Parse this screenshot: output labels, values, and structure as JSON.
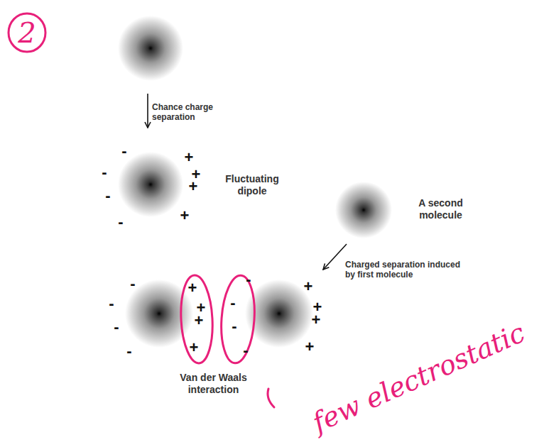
{
  "diagram": {
    "labels": [
      "2",
      "Chance charge separation",
      "-",
      "-",
      "-",
      "-",
      "+",
      "+",
      "+",
      "+",
      "Fluctuating dipole",
      "A second molecule",
      "Charged separation induced by first molecule",
      "-",
      "-",
      "-",
      "-",
      "+",
      "+",
      "+",
      "+",
      "-",
      "-",
      "-",
      "-",
      "+",
      "+",
      "+",
      "+",
      "Van der Waals interaction",
      "few electrostatic"
    ]
  }
}
